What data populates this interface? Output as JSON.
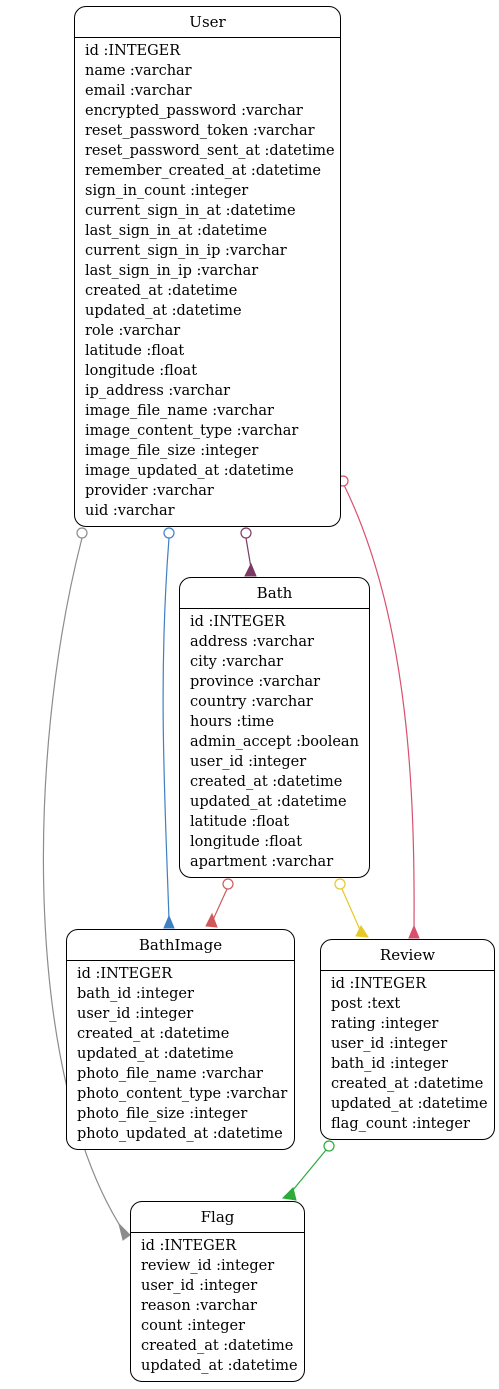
{
  "colors": {
    "user_flag": "#8c8c8c",
    "user_bathimage": "#3f7fc4",
    "user_bath": "#7a3a64",
    "user_review": "#d9506f",
    "bath_bathimage": "#d05a5a",
    "bath_review": "#e5c92a",
    "review_flag": "#2aab3a"
  },
  "entities": {
    "user": {
      "title": "User",
      "attributes": [
        "id :INTEGER",
        "name :varchar",
        "email :varchar",
        "encrypted_password :varchar",
        "reset_password_token :varchar",
        "reset_password_sent_at :datetime",
        "remember_created_at :datetime",
        "sign_in_count :integer",
        "current_sign_in_at :datetime",
        "last_sign_in_at :datetime",
        "current_sign_in_ip :varchar",
        "last_sign_in_ip :varchar",
        "created_at :datetime",
        "updated_at :datetime",
        "role :varchar",
        "latitude :float",
        "longitude :float",
        "ip_address :varchar",
        "image_file_name :varchar",
        "image_content_type :varchar",
        "image_file_size :integer",
        "image_updated_at :datetime",
        "provider :varchar",
        "uid :varchar"
      ]
    },
    "bath": {
      "title": "Bath",
      "attributes": [
        "id :INTEGER",
        "address :varchar",
        "city :varchar",
        "province :varchar",
        "country :varchar",
        "hours :time",
        "admin_accept :boolean",
        "user_id :integer",
        "created_at :datetime",
        "updated_at :datetime",
        "latitude :float",
        "longitude :float",
        "apartment :varchar"
      ]
    },
    "bathimage": {
      "title": "BathImage",
      "attributes": [
        "id :INTEGER",
        "bath_id :integer",
        "user_id :integer",
        "created_at :datetime",
        "updated_at :datetime",
        "photo_file_name :varchar",
        "photo_content_type :varchar",
        "photo_file_size :integer",
        "photo_updated_at :datetime"
      ]
    },
    "review": {
      "title": "Review",
      "attributes": [
        "id :INTEGER",
        "post :text",
        "rating :integer",
        "user_id :integer",
        "bath_id :integer",
        "created_at :datetime",
        "updated_at :datetime",
        "flag_count :integer"
      ]
    },
    "flag": {
      "title": "Flag",
      "attributes": [
        "id :INTEGER",
        "review_id :integer",
        "user_id :integer",
        "reason :varchar",
        "count :integer",
        "created_at :datetime",
        "updated_at :datetime"
      ]
    }
  }
}
